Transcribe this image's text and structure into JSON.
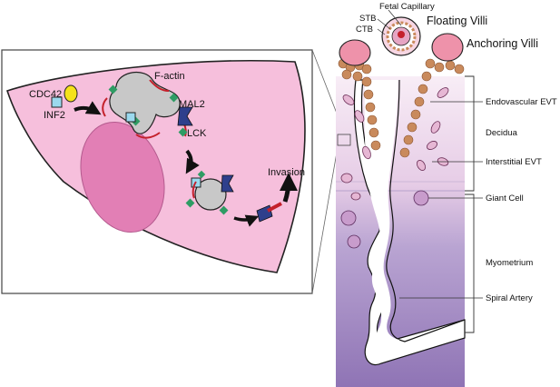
{
  "inset": {
    "labels": {
      "cdc42": "CDC42",
      "inf2": "INF2",
      "factin": "F-actin",
      "mal2": "MAL2",
      "lck": "LCK",
      "invasion": "Invasion"
    }
  },
  "tissue": {
    "top_labels": {
      "fetal_capillary": "Fetal Capillary",
      "stb": "STB",
      "ctb": "CTB",
      "floating_villi": "Floating Villi",
      "anchoring_villi": "Anchoring Villi"
    },
    "side_labels": {
      "endovascular_evt": "Endovascular EVT",
      "decidua": "Decidua",
      "interstitial_evt": "Interstitial EVT",
      "giant_cell": "Giant Cell",
      "myometrium": "Myometrium",
      "spiral_artery": "Spiral Artery"
    }
  },
  "colors": {
    "cell_pink": "#f6bfdc",
    "nucleus": "#e27fb5",
    "vesicle_gray": "#c8c8c8",
    "marker_green": "#2e9c64",
    "inf2_cyan": "#9bd9ee",
    "cdc42_yellow": "#f5e21a",
    "lck_navy": "#2e3f8c",
    "factin_red": "#c4202b",
    "villi_pink": "#ee92aa",
    "cell_cluster_tan": "#c98a5c",
    "decidua_top": "#f6e9f3",
    "myometrium_bottom": "#8f74b5"
  }
}
